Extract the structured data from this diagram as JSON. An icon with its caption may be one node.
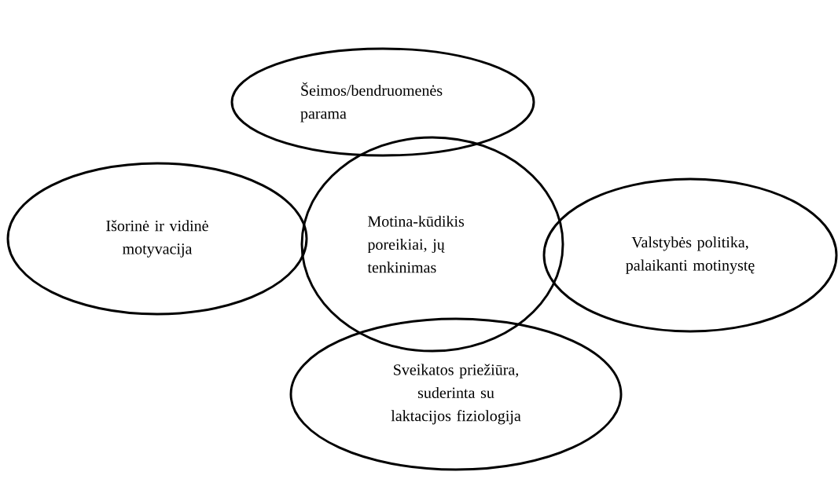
{
  "diagram": {
    "nodes": [
      {
        "text": [
          "Šeimos/bendruomenės parama"
        ]
      },
      {
        "text": [
          "Išorinė ir vidinė motyvacija"
        ]
      },
      {
        "text": [
          "Motina-kūdikis poreikiai, jų tenkinimas"
        ]
      },
      {
        "text": [
          "Valstybės politika, palaikanti motinystę"
        ]
      },
      {
        "text": [
          "Sveikatos priežiūra, suderinta su laktacijos fiziologija"
        ]
      }
    ]
  }
}
